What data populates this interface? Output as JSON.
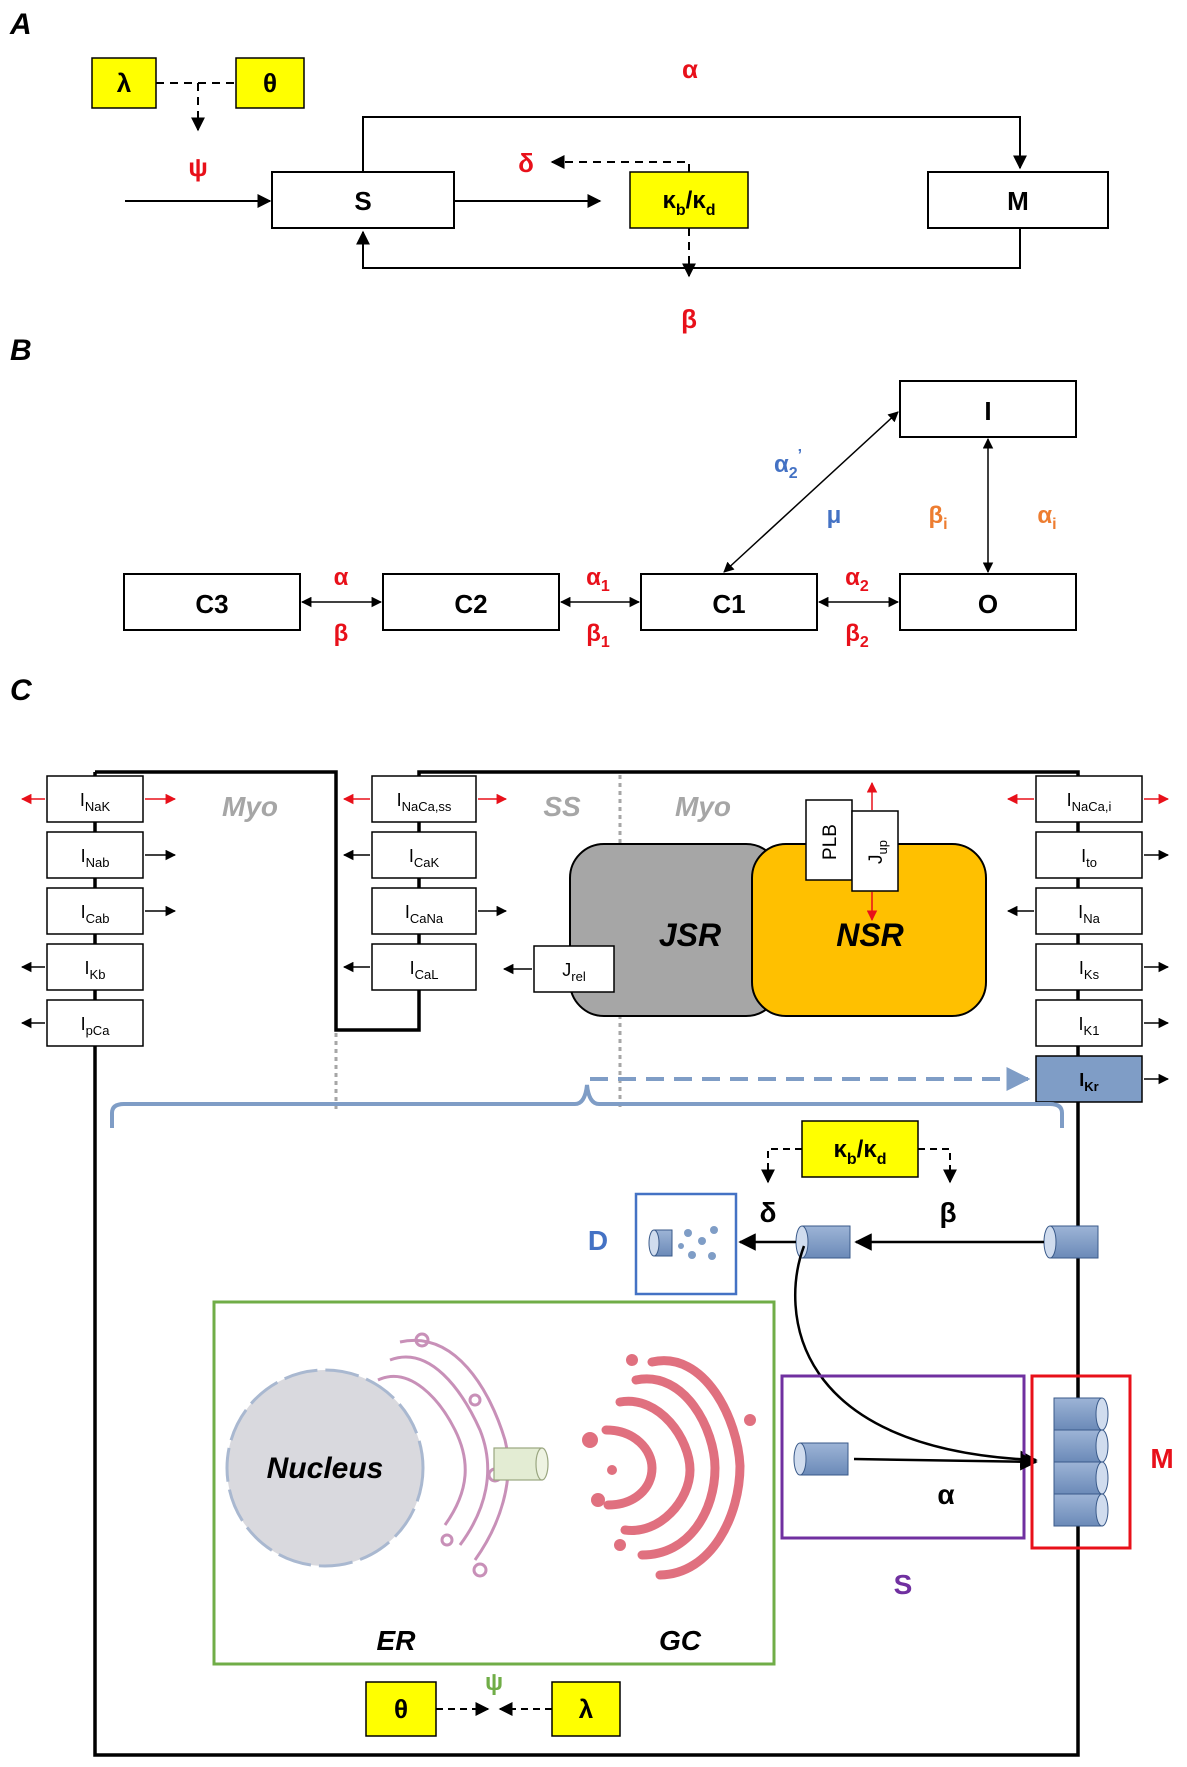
{
  "panels": {
    "a": "A",
    "b": "B",
    "c": "C"
  },
  "panel_a": {
    "lambda": "λ",
    "theta": "θ",
    "psi": "ψ",
    "alpha": "α",
    "delta": "δ",
    "beta": "β",
    "S": "S",
    "M": "M",
    "kappa_main": "κ",
    "kappa_sub_b": "b",
    "kappa_slash": "/κ",
    "kappa_sub_d": "d"
  },
  "panel_b": {
    "states": [
      "C3",
      "C2",
      "C1",
      "O",
      "I"
    ],
    "alpha": "α",
    "beta": "β",
    "alpha1": "α",
    "alpha1_sub": "1",
    "beta1": "β",
    "beta1_sub": "1",
    "alpha2": "α",
    "alpha2_sub": "2",
    "beta2": "β",
    "beta2_sub": "2",
    "alpha2p": "α",
    "alpha2p_sub": "2",
    "alpha2p_sup": "’",
    "mu": "μ",
    "beta_i": "β",
    "beta_i_sub": "i",
    "alpha_i": "α",
    "alpha_i_sub": "i"
  },
  "panel_c": {
    "compartments": {
      "myo_left": "Myo",
      "ss": "SS",
      "myo_right": "Myo",
      "jsr": "JSR",
      "nsr": "NSR",
      "nucleus": "Nucleus",
      "er": "ER",
      "gc": "GC"
    },
    "left_currents": [
      {
        "main": "I",
        "sub": "NaK"
      },
      {
        "main": "I",
        "sub": "Nab"
      },
      {
        "main": "I",
        "sub": "Cab"
      },
      {
        "main": "I",
        "sub": "Kb"
      },
      {
        "main": "I",
        "sub": "pCa"
      }
    ],
    "middle_currents": [
      {
        "main": "I",
        "sub": "NaCa,ss"
      },
      {
        "main": "I",
        "sub": "CaK"
      },
      {
        "main": "I",
        "sub": "CaNa"
      },
      {
        "main": "I",
        "sub": "CaL"
      }
    ],
    "right_currents": [
      {
        "main": "I",
        "sub": "NaCa,i"
      },
      {
        "main": "I",
        "sub": "to"
      },
      {
        "main": "I",
        "sub": "Na"
      },
      {
        "main": "I",
        "sub": "Ks"
      },
      {
        "main": "I",
        "sub": "K1"
      },
      {
        "main": "I",
        "sub": "Kr"
      }
    ],
    "jrel": {
      "main": "J",
      "sub": "rel"
    },
    "jup": {
      "main": "J",
      "sub": "up"
    },
    "plb": "PLB",
    "kappa_main": "κ",
    "kappa_sub_b": "b",
    "kappa_slash": "/κ",
    "kappa_sub_d": "d",
    "delta": "δ",
    "beta": "β",
    "alpha": "α",
    "D": "D",
    "M": "M",
    "S": "S",
    "theta": "θ",
    "psi": "ψ",
    "lambda": "λ"
  },
  "colors": {
    "highlight_yellow": "#ffff00",
    "rate_red": "#e8101a",
    "rate_blue": "#4472c4",
    "rate_orange": "#ed7d31",
    "jsr_gray": "#a6a6a6",
    "nsr_orange": "#ffc000",
    "channel_blue": "#7f9dc6",
    "ikr_fill": "#7f9dc6",
    "golgi_pink": "#e0707f",
    "er_purple": "#c890b8",
    "nucleus_gray": "#d9d9de",
    "green_box": "#70ad47",
    "purple_box": "#7030a0",
    "red_box": "#e8101a"
  }
}
